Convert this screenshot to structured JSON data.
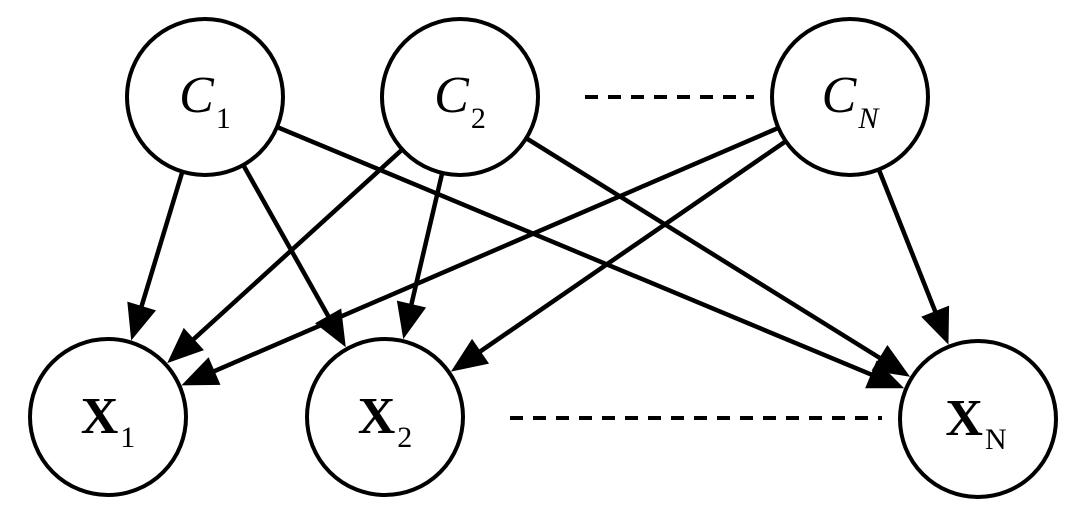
{
  "nodes": {
    "c1": {
      "main": "C",
      "sub": "1"
    },
    "c2": {
      "main": "C",
      "sub": "2"
    },
    "cn": {
      "main": "C",
      "sub": "N"
    },
    "x1": {
      "main": "X",
      "sub": "1"
    },
    "x2": {
      "main": "X",
      "sub": "2"
    },
    "xn": {
      "main": "X",
      "sub": "N"
    }
  },
  "edges": [
    {
      "from": "c1",
      "to": "x1"
    },
    {
      "from": "c1",
      "to": "x2"
    },
    {
      "from": "c1",
      "to": "xn"
    },
    {
      "from": "c2",
      "to": "x1"
    },
    {
      "from": "c2",
      "to": "x2"
    },
    {
      "from": "c2",
      "to": "xn"
    },
    {
      "from": "cn",
      "to": "x1"
    },
    {
      "from": "cn",
      "to": "x2"
    },
    {
      "from": "cn",
      "to": "xn"
    }
  ],
  "ellipses": [
    {
      "between": [
        "c2",
        "cn"
      ]
    },
    {
      "between": [
        "x2",
        "xn"
      ]
    }
  ]
}
